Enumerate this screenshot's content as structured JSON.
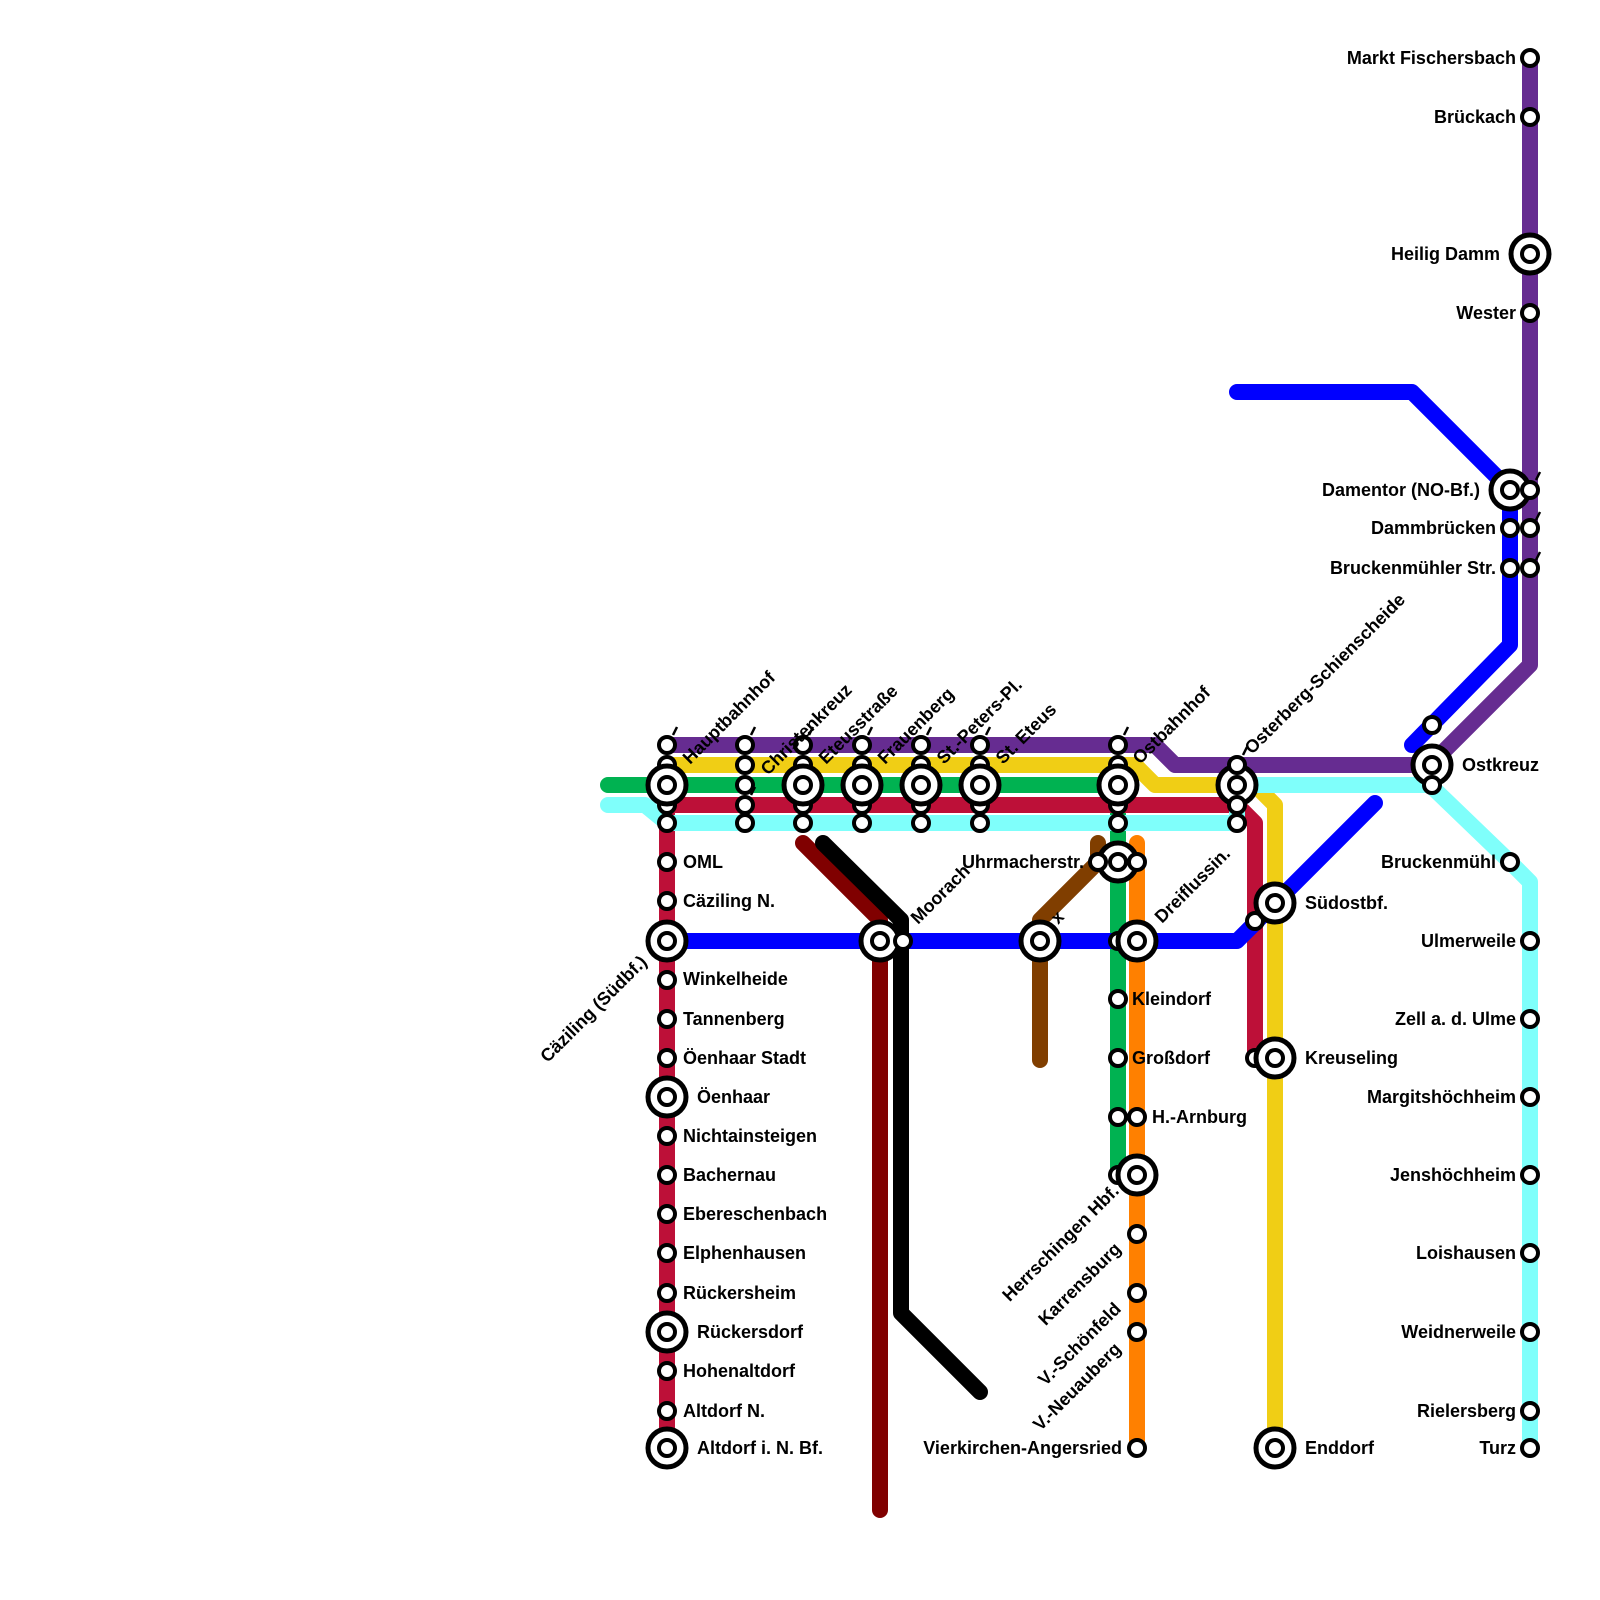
{
  "colors": {
    "purple": "#662c91",
    "yellow": "#f0ce15",
    "green": "#00b251",
    "red": "#bd1038",
    "cyan": "#7ffffb",
    "blue": "#0000ff",
    "darkred": "#800000",
    "black": "#000000",
    "brown": "#803e00",
    "orange": "#ff8000"
  },
  "stations": {
    "markt_fischersbach": "Markt Fischersbach",
    "brueckach": "Brückach",
    "heilig_damm": "Heilig Damm",
    "wester": "Wester",
    "damentor": "Damentor (NO-Bf.)",
    "dammbruecken": "Dammbrücken",
    "bruckenmuehler_str": "Bruckenmühler Str.",
    "ostkreuz": "Ostkreuz",
    "bruckenmuehl": "Bruckenmühl",
    "ulmerweile": "Ulmerweile",
    "zell": "Zell a. d. Ulme",
    "margitshoechheim": "Margitshöchheim",
    "jenshoechheim": "Jenshöchheim",
    "loishausen": "Loishausen",
    "weidnerweile": "Weidnerweile",
    "rielersberg": "Rielersberg",
    "turz": "Turz",
    "hauptbahnhof": "Hauptbahnhof",
    "christenkreuz": "Christenkreuz",
    "eteusstrasse": "Eteusstraße",
    "frauenberg": "Frauenberg",
    "st_peters_pl": "St.-Peters-Pl.",
    "st_eteus": "St. Eteus",
    "ostbahnhof": "Ostbahnhof",
    "osterberg": "Osterberg-Schienscheide",
    "oml": "OML",
    "caeziling_n": "Cäziling N.",
    "caeziling_suedbf": "Cäziling (Südbf.)",
    "winkelheide": "Winkelheide",
    "tannenberg": "Tannenberg",
    "oenhaar_stadt": "Öenhaar Stadt",
    "oenhaar": "Öenhaar",
    "nichtainsteigen": "Nichtainsteigen",
    "bachernau": "Bachernau",
    "eberschenbach": "Ebereschenbach",
    "elphenhausen": "Elphenhausen",
    "rueckersheim": "Rückersheim",
    "rueckersdorf": "Rückersdorf",
    "hohenaltdorf": "Hohenaltdorf",
    "altdorf_n": "Altdorf N.",
    "altdorf_bf": "Altdorf i. N. Bf.",
    "moorach": "Moorach",
    "x_station": "x",
    "uhrmacherstr": "Uhrmacherstr.",
    "dreiflussin": "Dreiflussin.",
    "kleindorf": "Kleindorf",
    "grossdorf": "Großdorf",
    "h_arnburg": "H.-Arnburg",
    "herrschingen": "Herrschingen Hbf.",
    "karrensburg": "Karrensburg",
    "v_schoenfeld": "V.-Schönfeld",
    "v_neuauberg": "V.-Neuauberg",
    "vierkirchen": "Vierkirchen-Angersried",
    "suedostbf": "Südostbf.",
    "kreuseling": "Kreuseling",
    "enddorf": "Enddorf"
  }
}
